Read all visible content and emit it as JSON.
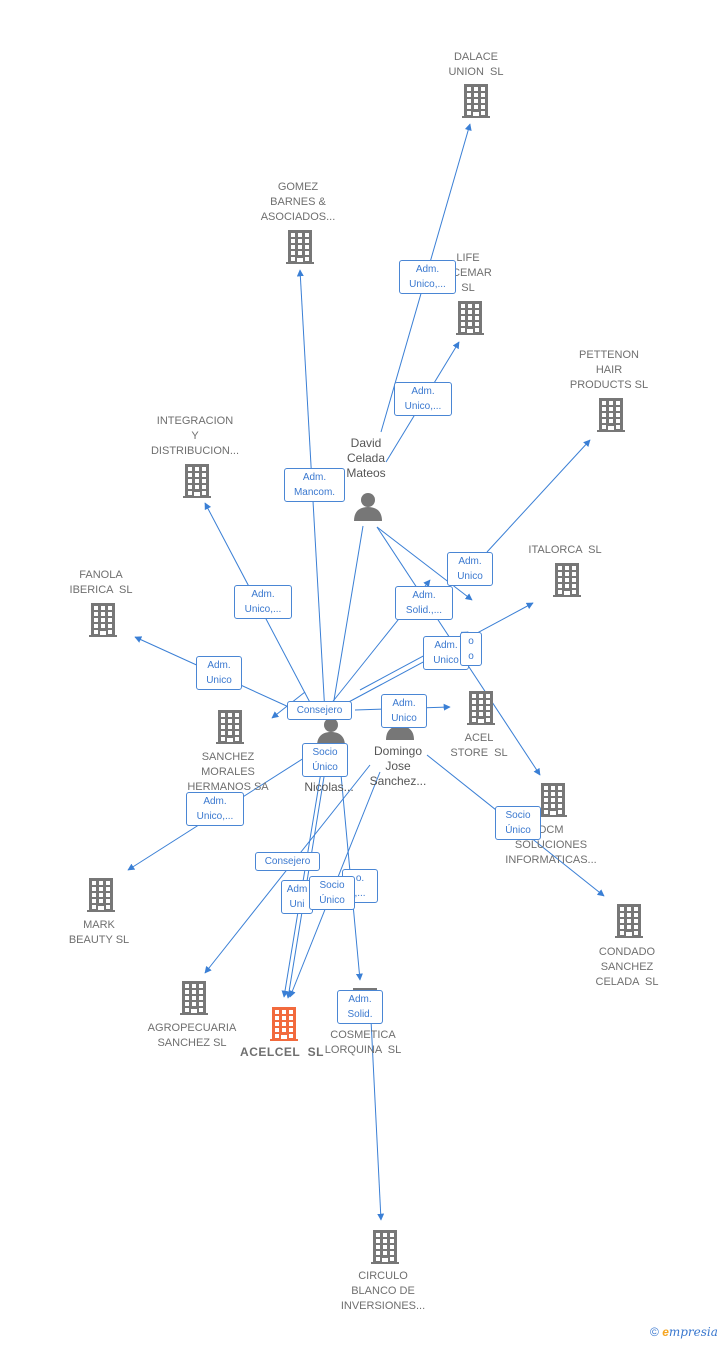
{
  "companies": [
    {
      "id": "dalace",
      "label": "DALACE\nUNION  SL",
      "color": "#777777"
    },
    {
      "id": "gomez",
      "label": "GOMEZ\nBARNES &\nASOCIADOS...",
      "color": "#777777"
    },
    {
      "id": "life",
      "label": "LIFE\nNCEMAR\nSL",
      "color": "#777777"
    },
    {
      "id": "pettenon",
      "label": "PETTENON\nHAIR\nPRODUCTS SL",
      "color": "#777777"
    },
    {
      "id": "integracion",
      "label": "INTEGRACION\nY\nDISTRIBUCION...",
      "color": "#777777"
    },
    {
      "id": "italorca",
      "label": "ITALORCA  SL",
      "color": "#777777"
    },
    {
      "id": "fanola",
      "label": "FANOLA\nIBERICA  SL",
      "color": "#777777"
    },
    {
      "id": "sanchezmorales",
      "label": "SANCHEZ\nMORALES\nHERMANOS SA",
      "color": "#777777"
    },
    {
      "id": "acelstore",
      "label": "ACEL\nSTORE  SL",
      "color": "#777777"
    },
    {
      "id": "dcm",
      "label": "DCM\nSOLUCIONES\nINFORMATICAS...",
      "color": "#777777"
    },
    {
      "id": "mark",
      "label": "MARK\nBEAUTY SL",
      "color": "#777777"
    },
    {
      "id": "condado",
      "label": "CONDADO\nSANCHEZ\nCELADA  SL",
      "color": "#777777"
    },
    {
      "id": "agropecuaria",
      "label": "AGROPECUARIA\nSANCHEZ SL",
      "color": "#777777"
    },
    {
      "id": "acelcel",
      "label": "ACELCEL  SL",
      "color": "#f26a3d"
    },
    {
      "id": "cosmetica",
      "label": "COSMETICA\nLORQUINA  SL",
      "color": "#777777"
    },
    {
      "id": "circulo",
      "label": "CIRCULO\nBLANCO DE\nINVERSIONES...",
      "color": "#777777"
    }
  ],
  "persons": [
    {
      "id": "david",
      "label": "David\nCelada\nMateos"
    },
    {
      "id": "nicolas",
      "label": "Nicolas..."
    },
    {
      "id": "domingo",
      "label": "Domingo\nJose\nSanchez..."
    }
  ],
  "relations": [
    {
      "id": "r1",
      "text": "Adm.\nUnico,..."
    },
    {
      "id": "r2",
      "text": "Adm.\nUnico,..."
    },
    {
      "id": "r3",
      "text": "Adm.\nMancom."
    },
    {
      "id": "r4",
      "text": "Adm.\nUnico"
    },
    {
      "id": "r5",
      "text": "Adm.\nSolid.,..."
    },
    {
      "id": "r6",
      "text": "Adm.\nUnico,..."
    },
    {
      "id": "r7",
      "text": "Adm.\nUnico"
    },
    {
      "id": "r8",
      "text": "Adm.\nUnico"
    },
    {
      "id": "r8b",
      "text": "o\no"
    },
    {
      "id": "r9",
      "text": "Consejero"
    },
    {
      "id": "r10",
      "text": "Adm.\nUnico"
    },
    {
      "id": "r11",
      "text": "Socio\nÚnico"
    },
    {
      "id": "r12",
      "text": "Adm.\nUnico,..."
    },
    {
      "id": "r13",
      "text": "Socio\nÚnico"
    },
    {
      "id": "r14",
      "text": "Consejero"
    },
    {
      "id": "r15",
      "text": "Adm\nUni"
    },
    {
      "id": "r16",
      "text": "o.\n,..."
    },
    {
      "id": "r17",
      "text": "Socio\nÚnico"
    },
    {
      "id": "r18",
      "text": "Adm.\nSolid."
    }
  ],
  "colors": {
    "edge": "#3a7fd5",
    "building": "#777777",
    "focus": "#f26a3d",
    "person": "#777777"
  },
  "footer": {
    "copyright": "©",
    "brand_e": "e",
    "brand_rest": "mpresia"
  }
}
